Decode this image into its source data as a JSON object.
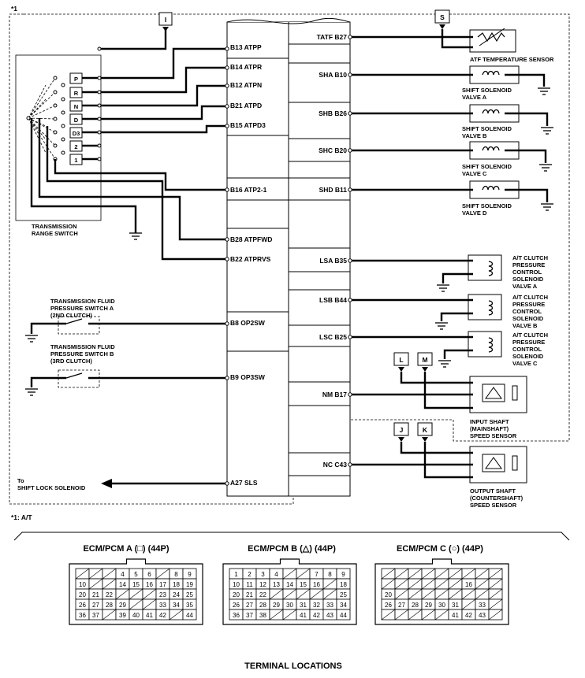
{
  "note_top": "*1",
  "note_bottom": "*1: A/T",
  "connectors": {
    "I": "I",
    "S": "S",
    "L": "L",
    "M": "M",
    "J": "J",
    "K": "K"
  },
  "switch_positions": [
    "P",
    "R",
    "N",
    "D",
    "D3",
    "2",
    "1"
  ],
  "left_pins": {
    "b13": "B13 ATPP",
    "b14": "B14 ATPR",
    "b12": "B12  ATPN",
    "b21": "B21 ATPD",
    "b15": "B15 ATPD3",
    "b16": "B16 ATP2-1",
    "b28": "B28 ATPFWD",
    "b22": "B22 ATPRVS",
    "b8": "B8 OP2SW",
    "b9": "B9 OP3SW",
    "a27": "A27 SLS"
  },
  "right_pins": {
    "tatf": "TATF B27",
    "sha": "SHA B10",
    "shb": "SHB B26",
    "shc": "SHC B20",
    "shd": "SHD B11",
    "lsa": "LSA B35",
    "lsb": "LSB B44",
    "lsc": "LSC B25",
    "nm": "NM B17",
    "nc": "NC C43"
  },
  "components": {
    "atf_sensor": [
      "ATF TEMPERATURE SENSOR"
    ],
    "sol_a": [
      "SHIFT SOLENOID",
      "VALVE A"
    ],
    "sol_b": [
      "SHIFT SOLENOID",
      "VALVE B"
    ],
    "sol_c": [
      "SHIFT SOLENOID",
      "VALVE C"
    ],
    "sol_d": [
      "SHIFT SOLENOID",
      "VALVE D"
    ],
    "range_switch": [
      "TRANSMISSION",
      "RANGE SWITCH"
    ],
    "clutch_a": [
      "A/T CLUTCH",
      "PRESSURE",
      "CONTROL",
      "SOLENOID",
      "VALVE A"
    ],
    "clutch_b": [
      "A/T CLUTCH",
      "PRESSURE",
      "CONTROL",
      "SOLENOID",
      "VALVE B"
    ],
    "clutch_c": [
      "A/T CLUTCH",
      "PRESSURE",
      "CONTROL",
      "SOLENOID",
      "VALVE C"
    ],
    "press_a": [
      "TRANSMISSION FLUID",
      "PRESSURE SWITCH A",
      "(2ND CLUTCH)"
    ],
    "press_b": [
      "TRANSMISSION FLUID",
      "PRESSURE SWITCH B",
      "(3RD CLUTCH)"
    ],
    "input_sensor": [
      "INPUT SHAFT",
      "(MAINSHAFT)",
      "SPEED SENSOR"
    ],
    "output_sensor": [
      "OUTPUT SHAFT",
      "(COUNTERSHAFT)",
      "SPEED SENSOR"
    ],
    "shift_lock": [
      "To",
      "SHIFT LOCK SOLENOID"
    ]
  },
  "connector_a": {
    "title": "ECM/PCM A (□) (44P)",
    "rows": [
      [
        "",
        "",
        "",
        "4",
        "5",
        "6",
        "",
        "8",
        "9"
      ],
      [
        "10",
        "",
        "",
        "14",
        "15",
        "16",
        "17",
        "18",
        "19"
      ],
      [
        "20",
        "21",
        "22",
        "",
        "",
        "",
        "23",
        "24",
        "25"
      ],
      [
        "26",
        "27",
        "28",
        "29",
        "",
        "",
        "33",
        "34",
        "35"
      ],
      [
        "36",
        "37",
        "",
        "39",
        "40",
        "41",
        "42",
        "",
        "44"
      ]
    ]
  },
  "connector_b": {
    "title": "ECM/PCM B (△) (44P)",
    "rows": [
      [
        "1",
        "2",
        "3",
        "4",
        "",
        "",
        "7",
        "8",
        "9"
      ],
      [
        "10",
        "11",
        "12",
        "13",
        "14",
        "15",
        "16",
        "",
        "18"
      ],
      [
        "20",
        "21",
        "22",
        "",
        "",
        "",
        "",
        "",
        "25"
      ],
      [
        "26",
        "27",
        "28",
        "29",
        "30",
        "31",
        "32",
        "33",
        "34"
      ],
      [
        "36",
        "37",
        "38",
        "",
        "",
        "41",
        "42",
        "43",
        "44"
      ]
    ]
  },
  "connector_c": {
    "title": "ECM/PCM C (○) (44P)",
    "rows": [
      [
        "",
        "",
        "",
        "",
        "",
        "",
        "",
        "",
        ""
      ],
      [
        "",
        "",
        "",
        "",
        "",
        "",
        "16",
        "",
        ""
      ],
      [
        "20",
        "",
        "",
        "",
        "",
        "",
        "",
        "",
        ""
      ],
      [
        "26",
        "27",
        "28",
        "29",
        "30",
        "31",
        "",
        "33",
        ""
      ],
      [
        "",
        "",
        "",
        "",
        "",
        "41",
        "42",
        "43",
        ""
      ]
    ]
  },
  "footer": "TERMINAL LOCATIONS"
}
